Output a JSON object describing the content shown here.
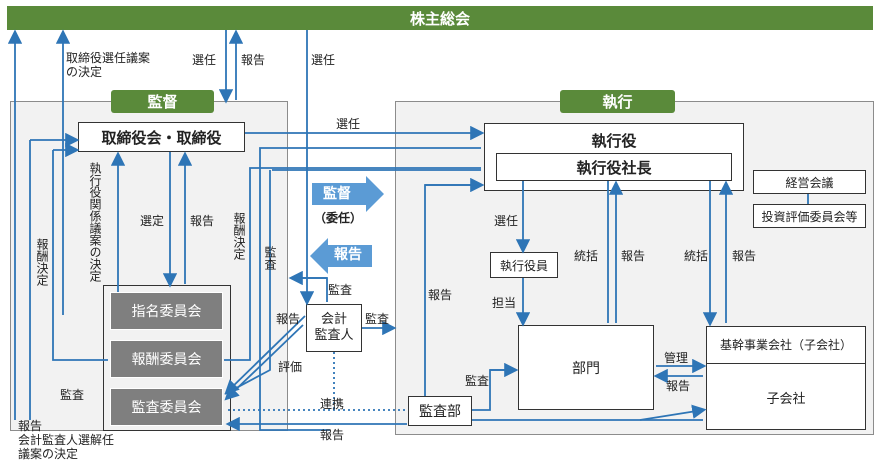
{
  "shareholders_meeting": "株主総会",
  "supervision": {
    "title": "監督",
    "board": "取締役会・取締役",
    "committees": [
      "指名委員会",
      "報酬委員会",
      "監査委員会"
    ]
  },
  "execution": {
    "title": "執行",
    "officers": "執行役",
    "president": "執行役社長",
    "executive_officer": "執行役員",
    "division": "部門",
    "internal_audit": "監査部",
    "core_company": "基幹事業会社（子会社）",
    "subsidiary": "子会社",
    "management_meeting": "経営会議",
    "investment_committee": "投資評価委員会等"
  },
  "accounting_auditor": "会計\n監査人",
  "arrows": {
    "supervision_delegated": "監督",
    "delegated": "（委任）",
    "report_big": "報告"
  },
  "labels": {
    "director_election_proposal": "取締役選任議案\nの決定",
    "election": "選任",
    "report": "報告",
    "exec_proposal": "執行役関係議案の決定",
    "selection": "選定",
    "compensation_decision": "報酬決定",
    "audit": "監査",
    "evaluation": "評価",
    "coordination": "連携",
    "in_charge": "担当",
    "oversight": "統括",
    "management": "管理",
    "auditor_appointment": "報告\n会計監査人選解任\n議案の決定"
  }
}
